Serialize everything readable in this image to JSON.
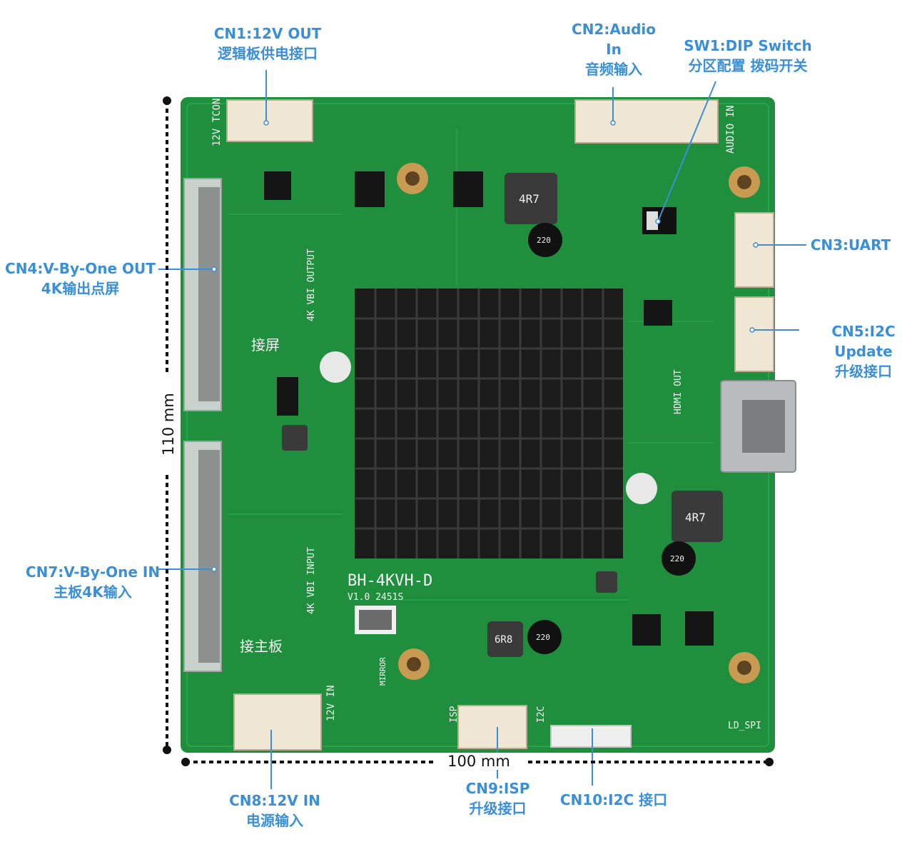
{
  "labels": {
    "cn1": [
      "CN1:12V OUT",
      "逻辑板供电接口"
    ],
    "cn2": [
      "CN2:Audio",
      "In",
      "音频输入"
    ],
    "sw1": [
      "SW1:DIP Switch",
      "分区配置 拨码开关"
    ],
    "cn3": [
      "CN3:UART"
    ],
    "cn4": [
      "CN4:V-By-One OUT",
      "4K输出点屏"
    ],
    "cn5": [
      "CN5:I2C",
      "Update",
      "升级接口"
    ],
    "cn7": [
      "CN7:V-By-One IN",
      "主板4K输入"
    ],
    "cn8": [
      "CN8:12V IN",
      "电源输入"
    ],
    "cn9": [
      "CN9:ISP",
      "升级接口"
    ],
    "cn10": [
      "CN10:I2C 接口"
    ]
  },
  "dimensions": {
    "height": "110 mm",
    "width": "100 mm"
  },
  "board": {
    "name": "BH-4KVH-D",
    "version": "V1.0 2451S",
    "silk": {
      "tcon": "12V TCON",
      "audio_in": "AUDIO IN",
      "vbi_out": "4K VBI OUTPUT",
      "vbi_in": "4K VBI INPUT",
      "hdmi_out": "HDMI OUT",
      "screen": "接屏",
      "mainboard": "接主板",
      "v12_in": "12V IN",
      "isp": "ISP",
      "i2c": "I2C",
      "ld_spi": "LD_SPI",
      "mirror": "MIRROR",
      "inductor1": "4R7",
      "inductor2": "4R7",
      "inductor3": "6R8",
      "cap1": "220",
      "cap2": "220",
      "cap3": "220"
    }
  },
  "colors": {
    "accent": "#3b8fd6",
    "pcb": "#1f8f3e",
    "heatsink": "#1b1b1b"
  }
}
